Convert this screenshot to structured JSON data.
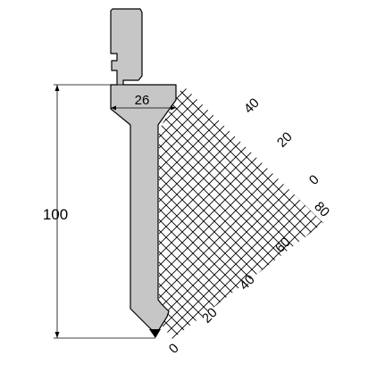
{
  "drawing": {
    "height_label": "100",
    "width_label": "26",
    "scale_a": [
      "40",
      "20",
      "0"
    ],
    "scale_b": [
      "80",
      "60",
      "40",
      "20",
      "0"
    ]
  },
  "colors": {
    "tool_fill": "#c6c6c6",
    "outline": "#000000",
    "tip_fill": "#000000",
    "background": "#ffffff"
  }
}
